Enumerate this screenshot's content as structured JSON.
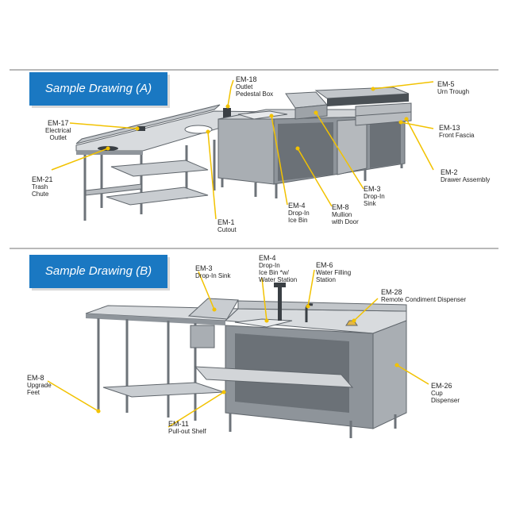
{
  "panels": [
    {
      "title": "Sample Drawing (A)"
    },
    {
      "title": "Sample Drawing (B)"
    }
  ],
  "callouts_a": [
    {
      "code": "EM-18",
      "desc": "Outlet\nPedestal Box"
    },
    {
      "code": "EM-5",
      "desc": "Urn Trough"
    },
    {
      "code": "EM-17",
      "desc": "Electrical\nOutlet"
    },
    {
      "code": "EM-13",
      "desc": "Front Fascia"
    },
    {
      "code": "EM-21",
      "desc": "Trash\nChute"
    },
    {
      "code": "EM-2",
      "desc": "Drawer Assembly"
    },
    {
      "code": "EM-3",
      "desc": "Drop-In\nSink"
    },
    {
      "code": "EM-4",
      "desc": "Drop-In\nIce Bin"
    },
    {
      "code": "EM-8",
      "desc": "Mullion\nwith Door"
    },
    {
      "code": "EM-1",
      "desc": "Cutout"
    }
  ],
  "callouts_b": [
    {
      "code": "EM-3",
      "desc": "Drop-In Sink"
    },
    {
      "code": "EM-4",
      "desc": "Drop-In\nIce Bin *w/\nWater Station"
    },
    {
      "code": "EM-6",
      "desc": "Water Filling\nStation"
    },
    {
      "code": "EM-28",
      "desc": "Remote Condiment Dispenser"
    },
    {
      "code": "EM-8",
      "desc": "Upgrade\nFeet"
    },
    {
      "code": "EM-26",
      "desc": "Cup\nDispenser"
    },
    {
      "code": "EM-11",
      "desc": "Pull-out Shelf"
    }
  ],
  "colors": {
    "banner": "#1a78c2",
    "leader": "#f2c200",
    "steel": "#9ea3a8",
    "steel_dark": "#5f656b"
  }
}
